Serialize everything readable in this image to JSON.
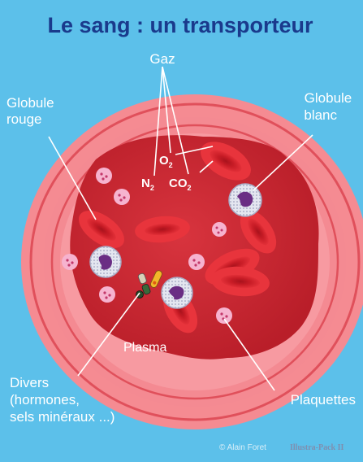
{
  "title": "Le sang : un transporteur",
  "labels": {
    "gas": "Gaz",
    "o2": "O",
    "o2_sub": "2",
    "n2": "N",
    "n2_sub": "2",
    "co2": "CO",
    "co2_sub": "2",
    "red_cell_line1": "Globule",
    "red_cell_line2": "rouge",
    "white_cell_line1": "Globule",
    "white_cell_line2": "blanc",
    "plasma": "Plasma",
    "various_line1": "Divers",
    "various_line2": "(hormones,",
    "various_line3": "sels minéraux ...)",
    "platelets": "Plaquettes"
  },
  "credit": {
    "author": "© Alain Foret",
    "brand": "Illustra-Pack II"
  },
  "colors": {
    "background": "#5cc0ea",
    "title": "#1a3a8c",
    "vessel_outer": "#f58b92",
    "vessel_ring": "#e0505b",
    "plasma": "#cf2b36",
    "red_cell": "#d8252e",
    "white_cell": "#d9dbe8",
    "nucleus": "#6a2d84",
    "platelet": "#f6b3cf"
  }
}
